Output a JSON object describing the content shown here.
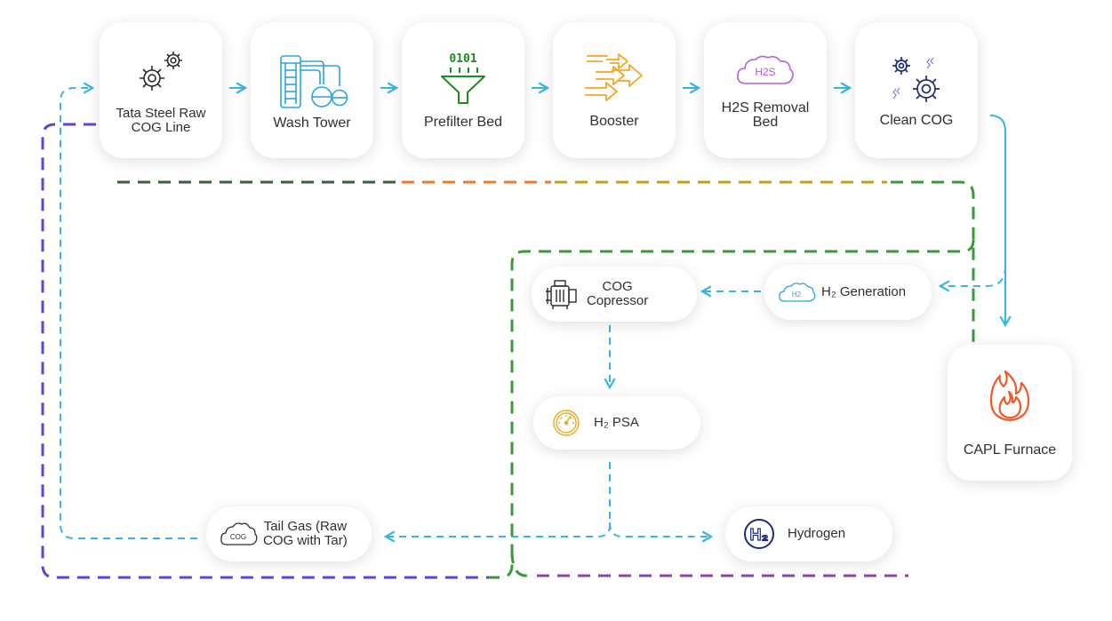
{
  "nodes": {
    "raw_cog": {
      "label_line1": "Tata Steel Raw",
      "label_line2": "COG Line",
      "icon": "gears-icon"
    },
    "wash_tower": {
      "label": "Wash Tower",
      "icon": "wash-tower-icon"
    },
    "prefilter": {
      "label": "Prefilter Bed",
      "icon": "filter-funnel-icon",
      "icon_text": "0101"
    },
    "booster": {
      "label": "Booster",
      "icon": "booster-arrows-icon"
    },
    "h2s_removal": {
      "label_line1": "H2S Removal",
      "label_line2": "Bed",
      "icon": "h2s-cloud-icon",
      "icon_text": "H2S"
    },
    "clean_cog": {
      "label": "Clean COG",
      "icon": "clean-gears-icon"
    },
    "capl_furnace": {
      "label": "CAPL Furnace",
      "icon": "flame-icon"
    },
    "h2_generation": {
      "label": "H₂ Generation",
      "icon": "h2-cloud-icon",
      "icon_text": "H2"
    },
    "cog_compressor": {
      "label_line1": "COG",
      "label_line2": "Copressor",
      "icon": "compressor-icon"
    },
    "h2_psa": {
      "label": "H₂ PSA",
      "icon": "gauge-icon"
    },
    "hydrogen": {
      "label": "Hydrogen",
      "icon": "h2-badge-icon",
      "icon_text": "H₂"
    },
    "tail_gas": {
      "label_line1": "Tail Gas (Raw",
      "label_line2": "COG with Tar)",
      "icon": "cog-cloud-icon",
      "icon_text": "COG"
    }
  },
  "colors": {
    "flow_arrow": "#3ab4e4",
    "loop_purple": "#5b45e0",
    "loop_green": "#3a9a3a",
    "loop_darkgreen": "#3d5c3d",
    "loop_orange": "#ee7a2a",
    "loop_olive": "#c0a016",
    "loop_violet": "#8e44ad",
    "icon_dark": "#2b2b2b",
    "icon_blue": "#2aa3df",
    "icon_green": "#1e8b1e",
    "icon_orange": "#f5a623",
    "icon_purple": "#b65fe0",
    "icon_navy": "#1f2a7a",
    "icon_flame": "#f05a28",
    "icon_gold": "#e6ac1c"
  }
}
